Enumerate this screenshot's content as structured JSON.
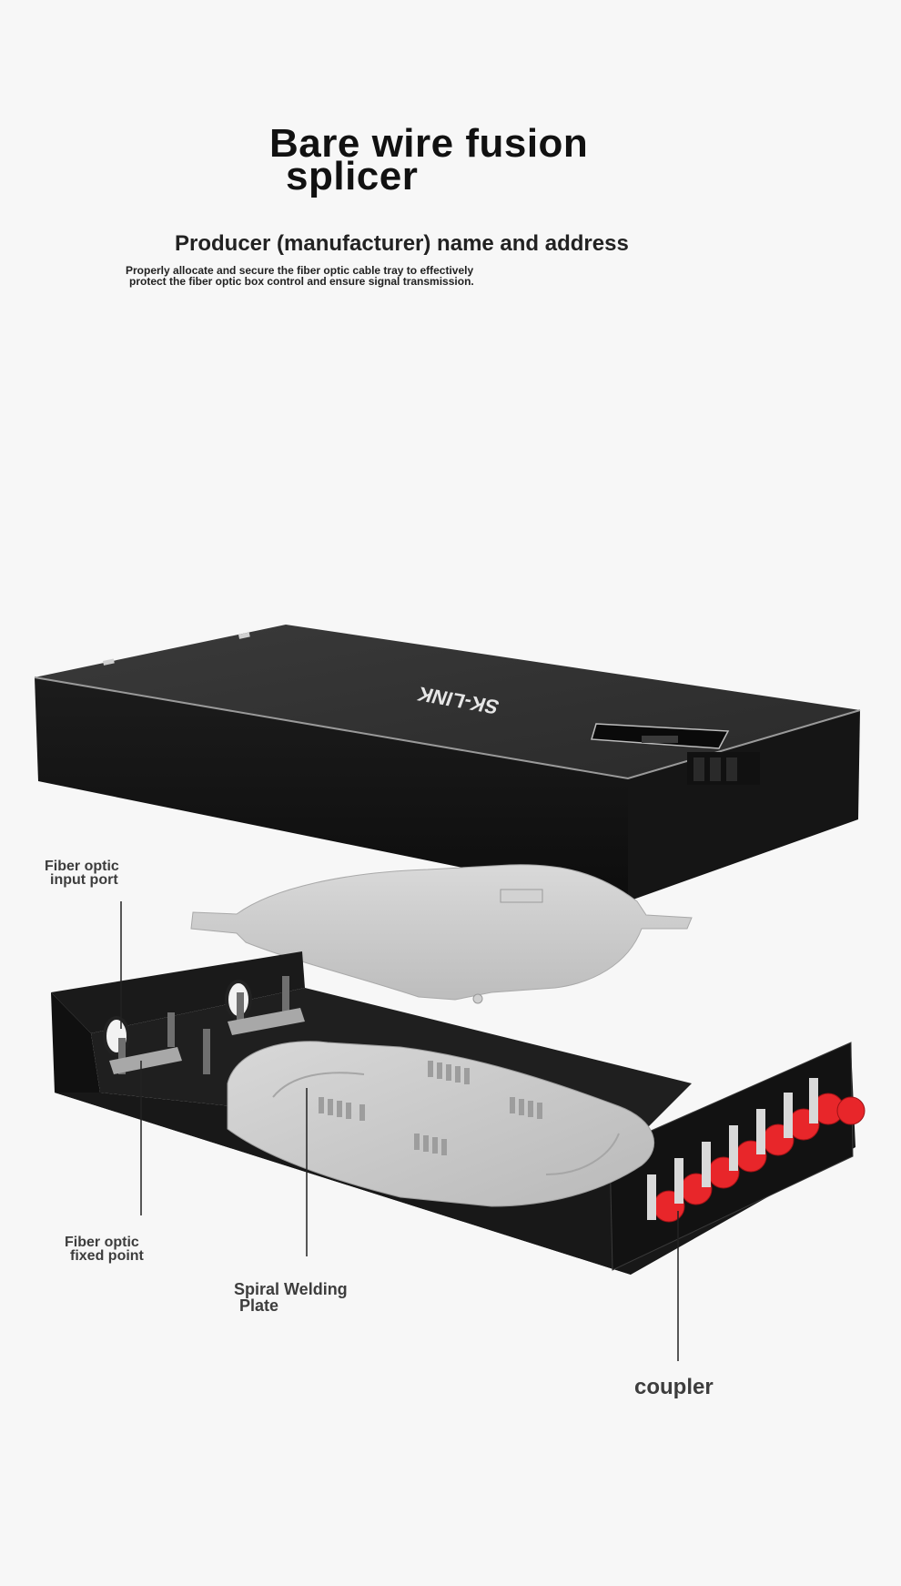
{
  "heading": {
    "title_line1": "Bare wire fusion",
    "title_line2": "splicer",
    "subtitle": "Producer (manufacturer) name and address",
    "description_line1": "Properly allocate and secure the fiber optic cable tray to effectively",
    "description_line2": "protect the fiber optic box control and ensure signal transmission."
  },
  "product": {
    "brand_mark": "SK-LINK",
    "adapter_color": "#e8262a"
  },
  "callouts": {
    "input_port_line1": "Fiber optic",
    "input_port_line2": "input port",
    "fixed_point_line1": "Fiber optic",
    "fixed_point_line2": "fixed point",
    "spiral_plate_line1": "Spiral Welding",
    "spiral_plate_line2": "Plate",
    "coupler": "coupler"
  }
}
